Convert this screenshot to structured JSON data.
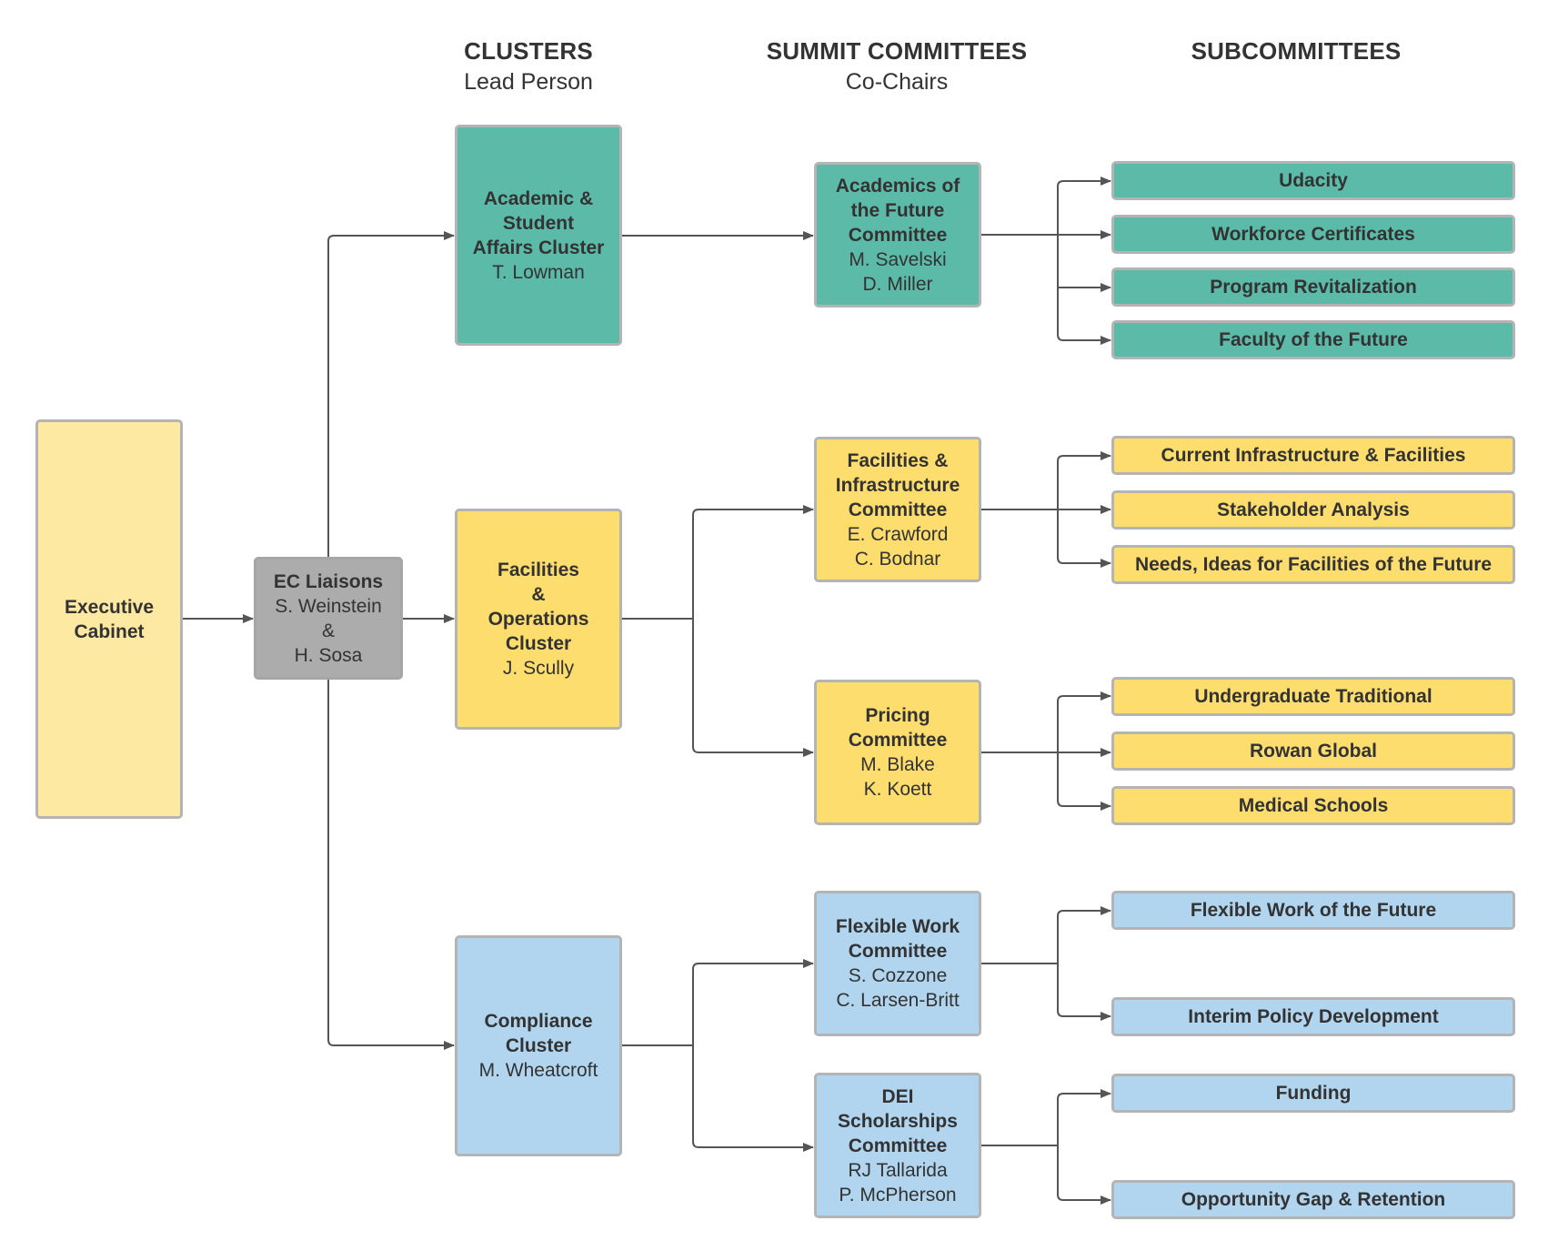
{
  "colors": {
    "teal": "#5cbaa9",
    "yellow": "#fddd6e",
    "light_yellow": "#fde9a2",
    "blue": "#b1d5ef",
    "gray": "#acacac",
    "line": "#555555"
  },
  "headers": {
    "clusters": {
      "title": "CLUSTERS",
      "subtitle": "Lead Person"
    },
    "summit": {
      "title": "SUMMIT COMMITTEES",
      "subtitle": "Co-Chairs"
    },
    "sub": {
      "title": "SUBCOMMITTEES"
    }
  },
  "executive": {
    "lines": [
      "Executive",
      "Cabinet"
    ]
  },
  "liaisons": {
    "title": "EC Liaisons",
    "names": [
      "S. Weinstein",
      "&",
      "H. Sosa"
    ]
  },
  "clusters": [
    {
      "lines": [
        "Academic &",
        "Student",
        "Affairs Cluster"
      ],
      "lead": "T. Lowman",
      "color": "teal"
    },
    {
      "lines": [
        "Facilities",
        "&",
        "Operations",
        "Cluster"
      ],
      "lead": "J. Scully",
      "color": "yellow"
    },
    {
      "lines": [
        "Compliance",
        "Cluster"
      ],
      "lead": "M. Wheatcroft",
      "color": "blue"
    }
  ],
  "committees": [
    {
      "lines": [
        "Academics of",
        "the Future",
        "Committee"
      ],
      "chairs": [
        "M. Savelski",
        "D. Miller"
      ],
      "color": "teal"
    },
    {
      "lines": [
        "Facilities &",
        "Infrastructure",
        "Committee"
      ],
      "chairs": [
        "E. Crawford",
        "C. Bodnar"
      ],
      "color": "yellow"
    },
    {
      "lines": [
        "Pricing",
        "Committee"
      ],
      "chairs": [
        "M. Blake",
        "K. Koett"
      ],
      "color": "yellow"
    },
    {
      "lines": [
        "Flexible Work",
        "Committee"
      ],
      "chairs": [
        "S. Cozzone",
        "C. Larsen-Britt"
      ],
      "color": "blue"
    },
    {
      "lines": [
        "DEI",
        "Scholarships",
        "Committee"
      ],
      "chairs": [
        "RJ Tallarida",
        "P. McPherson"
      ],
      "color": "blue"
    }
  ],
  "subcommittees": [
    {
      "label": "Udacity",
      "color": "teal"
    },
    {
      "label": "Workforce Certificates",
      "color": "teal"
    },
    {
      "label": "Program Revitalization",
      "color": "teal"
    },
    {
      "label": "Faculty of the Future",
      "color": "teal"
    },
    {
      "label": "Current Infrastructure & Facilities",
      "color": "yellow"
    },
    {
      "label": "Stakeholder Analysis",
      "color": "yellow"
    },
    {
      "label": "Needs, Ideas for Facilities of the Future",
      "color": "yellow"
    },
    {
      "label": "Undergraduate Traditional",
      "color": "yellow"
    },
    {
      "label": "Rowan Global",
      "color": "yellow"
    },
    {
      "label": "Medical Schools",
      "color": "yellow"
    },
    {
      "label": "Flexible Work of the Future",
      "color": "blue"
    },
    {
      "label": "Interim Policy Development",
      "color": "blue"
    },
    {
      "label": "Funding",
      "color": "blue"
    },
    {
      "label": "Opportunity Gap & Retention",
      "color": "blue"
    }
  ]
}
